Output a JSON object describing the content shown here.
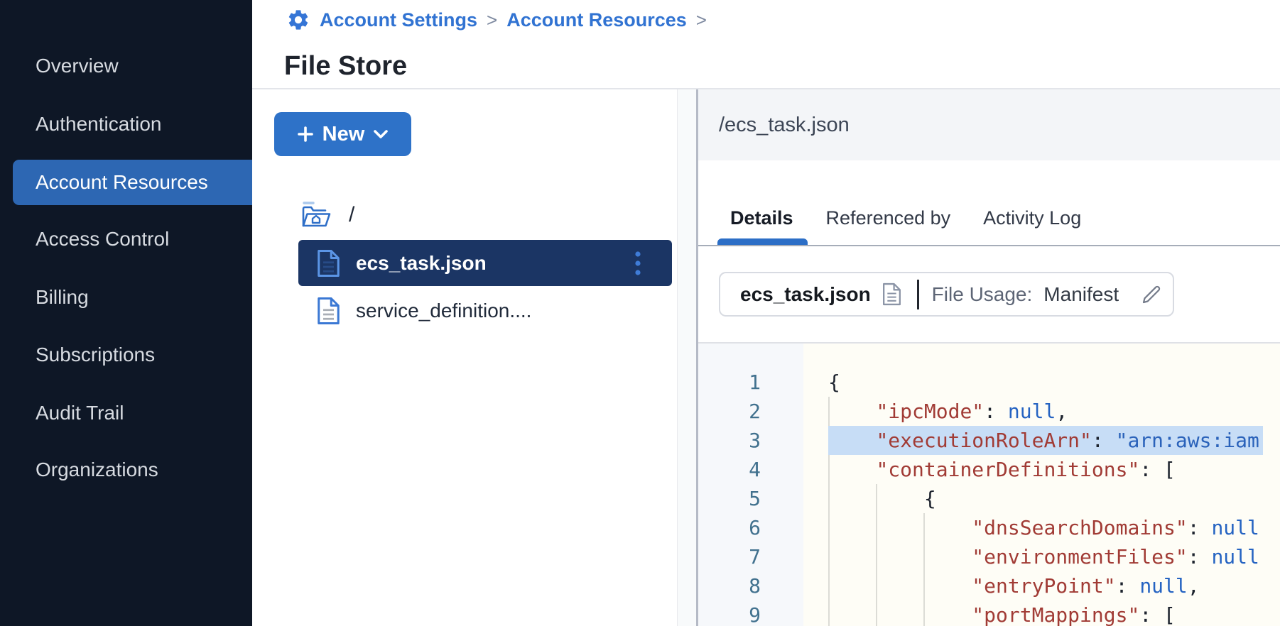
{
  "colors": {
    "sidebar_bg": "#0e1726",
    "nav_selected_bg": "#2d67b3",
    "accent_button_blue": "#2e72c8",
    "breadcrumb_link_blue": "#3173d2",
    "selected_file_row_bg": "#1b3564",
    "active_tab_underline": "#2c6ec6",
    "active_code_line_bg": "#c7ddf6",
    "code_key_red": "#a13b35",
    "code_value_blue": "#2563c2",
    "line_number_teal": "#41718e"
  },
  "breadcrumb": {
    "items": [
      "Account Settings",
      "Account Resources"
    ],
    "separator": ">"
  },
  "page": {
    "title": "File Store"
  },
  "sidebar": {
    "items": [
      {
        "label": "Overview",
        "selected": false
      },
      {
        "label": "Authentication",
        "selected": false
      },
      {
        "label": "Account Resources",
        "selected": true
      },
      {
        "label": "Access Control",
        "selected": false
      },
      {
        "label": "Billing",
        "selected": false
      },
      {
        "label": "Subscriptions",
        "selected": false
      },
      {
        "label": "Audit Trail",
        "selected": false
      },
      {
        "label": "Organizations",
        "selected": false
      }
    ]
  },
  "file_panel": {
    "new_button": {
      "label": "New"
    },
    "root_label": "/",
    "files": [
      {
        "name": "ecs_task.json",
        "selected": true
      },
      {
        "name": "service_definition....",
        "selected": false
      }
    ]
  },
  "details_panel": {
    "path": "/ecs_task.json",
    "tabs": [
      {
        "label": "Details",
        "active": true
      },
      {
        "label": "Referenced by",
        "active": false
      },
      {
        "label": "Activity Log",
        "active": false
      }
    ],
    "file_card": {
      "filename": "ecs_task.json",
      "usage_label": "File Usage:",
      "usage_value": "Manifest"
    },
    "code": {
      "active_line": 3,
      "lines": [
        {
          "n": 1,
          "tokens": [
            [
              "p",
              "{"
            ]
          ]
        },
        {
          "n": 2,
          "tokens": [
            [
              "p",
              "    "
            ],
            [
              "k",
              "\"ipcMode\""
            ],
            [
              "p",
              ": "
            ],
            [
              "a",
              "null"
            ],
            [
              "p",
              ","
            ]
          ]
        },
        {
          "n": 3,
          "tokens": [
            [
              "p",
              "    "
            ],
            [
              "k",
              "\"executionRoleArn\""
            ],
            [
              "p",
              ": "
            ],
            [
              "s",
              "\"arn:aws:iam::"
            ]
          ]
        },
        {
          "n": 4,
          "tokens": [
            [
              "p",
              "    "
            ],
            [
              "k",
              "\"containerDefinitions\""
            ],
            [
              "p",
              ": ["
            ]
          ]
        },
        {
          "n": 5,
          "tokens": [
            [
              "p",
              "        {"
            ]
          ]
        },
        {
          "n": 6,
          "tokens": [
            [
              "p",
              "            "
            ],
            [
              "k",
              "\"dnsSearchDomains\""
            ],
            [
              "p",
              ": "
            ],
            [
              "a",
              "null"
            ],
            [
              "p",
              ","
            ]
          ]
        },
        {
          "n": 7,
          "tokens": [
            [
              "p",
              "            "
            ],
            [
              "k",
              "\"environmentFiles\""
            ],
            [
              "p",
              ": "
            ],
            [
              "a",
              "null"
            ],
            [
              "p",
              ","
            ]
          ]
        },
        {
          "n": 8,
          "tokens": [
            [
              "p",
              "            "
            ],
            [
              "k",
              "\"entryPoint\""
            ],
            [
              "p",
              ": "
            ],
            [
              "a",
              "null"
            ],
            [
              "p",
              ","
            ]
          ]
        },
        {
          "n": 9,
          "tokens": [
            [
              "p",
              "            "
            ],
            [
              "k",
              "\"portMappings\""
            ],
            [
              "p",
              ": ["
            ]
          ]
        }
      ]
    }
  }
}
